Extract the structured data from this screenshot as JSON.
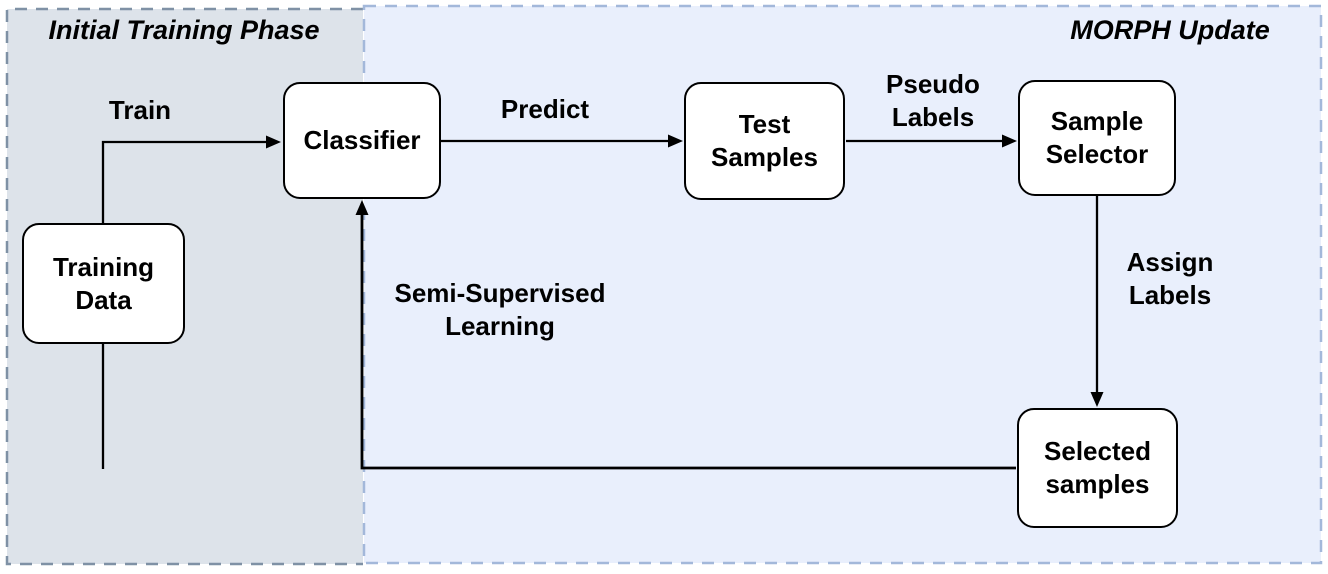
{
  "figure": {
    "type": "flowchart"
  },
  "regions": {
    "initial_training_phase": {
      "title": "Initial Training Phase"
    },
    "morph_update": {
      "title": "MORPH Update"
    }
  },
  "nodes": {
    "training_data": {
      "label": "Training Data"
    },
    "classifier": {
      "label": "Classifier"
    },
    "test_samples": {
      "label": "Test Samples"
    },
    "sample_selector": {
      "label": "Sample Selector"
    },
    "selected_samples": {
      "label": "Selected samples"
    }
  },
  "edges": {
    "train": {
      "label": "Train",
      "from": "training_data",
      "to": "classifier"
    },
    "predict": {
      "label": "Predict",
      "from": "classifier",
      "to": "test_samples"
    },
    "pseudo_labels": {
      "label": "Pseudo Labels",
      "from": "test_samples",
      "to": "sample_selector"
    },
    "assign_labels": {
      "label": "Assign Labels",
      "from": "sample_selector",
      "to": "selected_samples"
    },
    "semi_supervised_learning": {
      "label": "Semi-Supervised Learning",
      "from": "selected_samples",
      "to": "classifier"
    }
  },
  "colors": {
    "canvas_bg": "#ffffff",
    "region_left_bg": "#dde3ea",
    "region_left_border": "#7f91a5",
    "region_right_bg": "#e9effc",
    "region_right_border": "#a3b8da",
    "node_fill": "#ffffff",
    "node_border": "#000000",
    "line": "#000000",
    "text": "#000000"
  }
}
